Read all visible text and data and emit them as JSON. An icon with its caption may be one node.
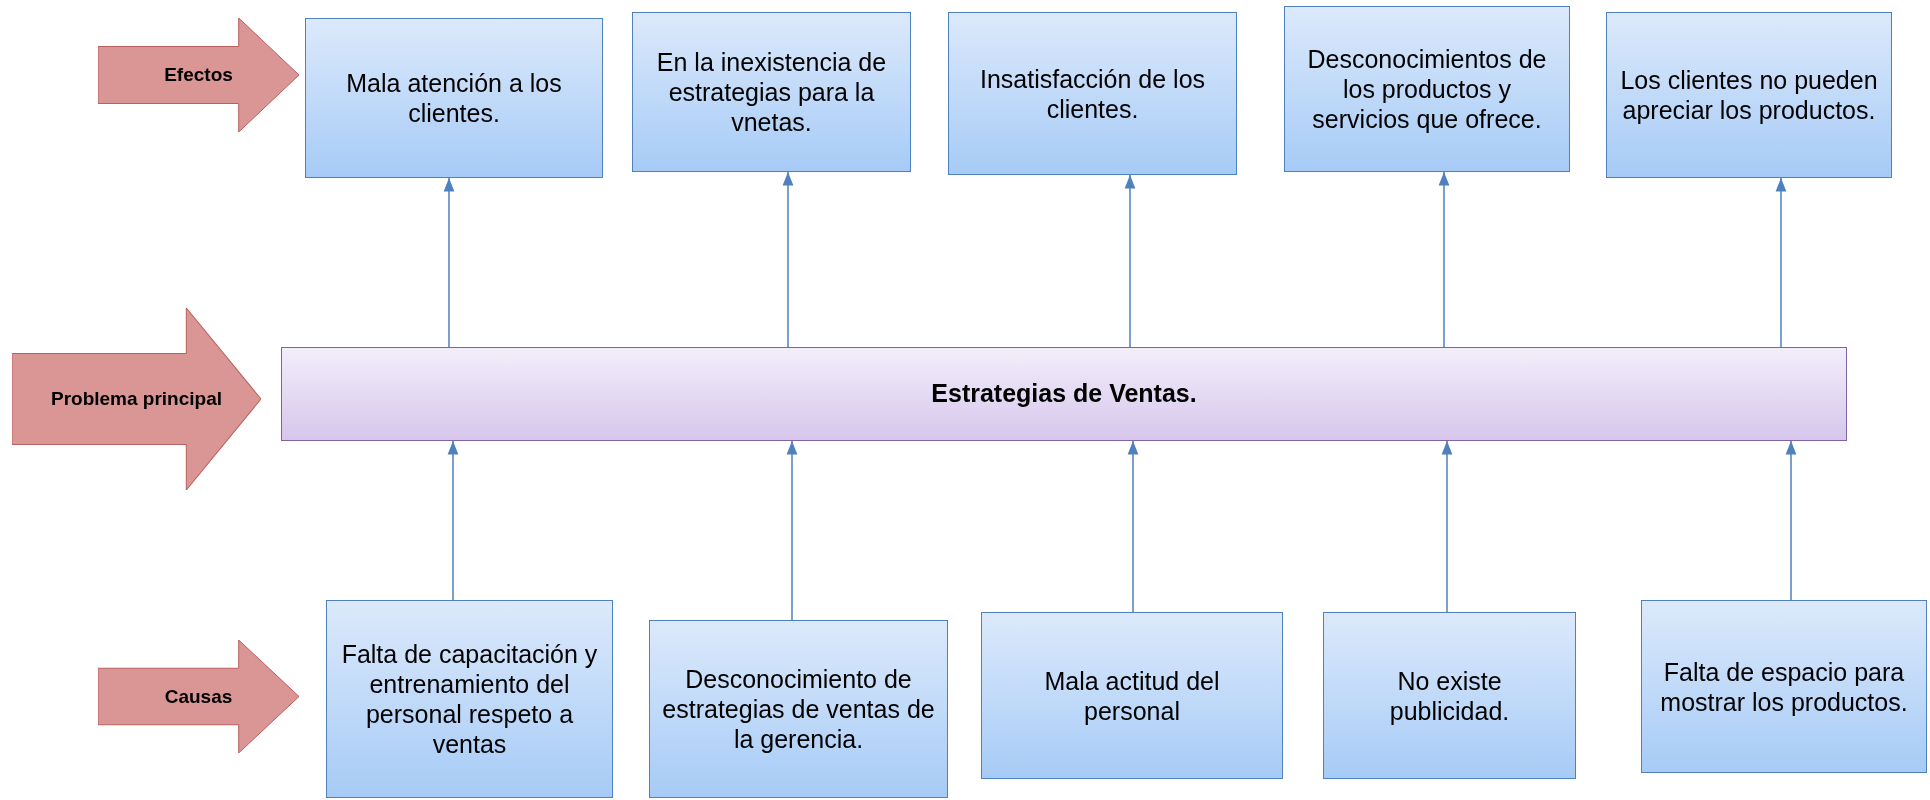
{
  "diagram": {
    "nodes": [
      {
        "text": [
          "Efectos"
        ]
      },
      {
        "text": [
          "Mala atención a los clientes."
        ]
      },
      {
        "text": [
          "En la inexistencia de estrategias para la vnetas."
        ]
      },
      {
        "text": [
          "Insatisfacción de los clientes."
        ]
      },
      {
        "text": [
          "Desconocimientos de los productos y servicios que ofrece."
        ]
      },
      {
        "text": [
          "Los clientes no pueden apreciar los productos."
        ]
      },
      {
        "text": [
          "Problema principal"
        ]
      },
      {
        "text": [
          "Estrategias de Ventas."
        ]
      },
      {
        "text": [
          "Causas"
        ]
      },
      {
        "text": [
          "Falta de capacitación y entrenamiento del personal respeto a ventas"
        ]
      },
      {
        "text": [
          "Desconocimiento de estrategias de ventas de la gerencia."
        ]
      },
      {
        "text": [
          "Mala actitud del personal"
        ]
      },
      {
        "text": [
          "No existe publicidad."
        ]
      },
      {
        "text": [
          "Falta de espacio para mostrar los productos."
        ]
      }
    ],
    "edges": [
      {
        "from": 9,
        "to": 7,
        "arrow": "to"
      },
      {
        "from": 10,
        "to": 7,
        "arrow": "to"
      },
      {
        "from": 11,
        "to": 7,
        "arrow": "to"
      },
      {
        "from": 12,
        "to": 7,
        "arrow": "to"
      },
      {
        "from": 13,
        "to": 7,
        "arrow": "to"
      },
      {
        "from": 7,
        "to": 1,
        "arrow": "to"
      },
      {
        "from": 7,
        "to": 2,
        "arrow": "to"
      },
      {
        "from": 7,
        "to": 3,
        "arrow": "to"
      },
      {
        "from": 7,
        "to": 4,
        "arrow": "to"
      },
      {
        "from": 7,
        "to": 5,
        "arrow": "to"
      }
    ]
  }
}
